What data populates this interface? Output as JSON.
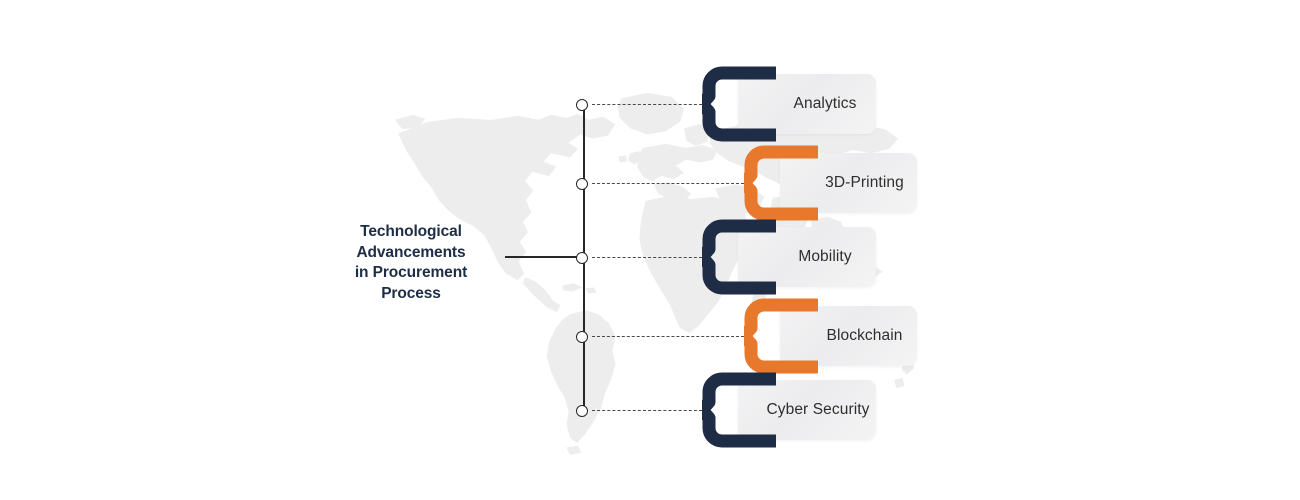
{
  "diagram": {
    "type": "radial-branch-list",
    "center_title_lines": [
      "Technological",
      "Advancements",
      "in Procurement",
      "Process"
    ],
    "center_title_text": "Technological Advancements in Procurement Process",
    "colors": {
      "navy": "#1e2d45",
      "orange": "#e8792c",
      "card": "#f0f0f1",
      "text": "#2e2e2e",
      "line": "#272727",
      "map": "#ededee",
      "background": "#ffffff"
    },
    "branches": [
      {
        "label": "Analytics",
        "accent": "#1e2d45",
        "accent_name": "navy"
      },
      {
        "label": "3D-Printing",
        "accent": "#e8792c",
        "accent_name": "orange"
      },
      {
        "label": "Mobility",
        "accent": "#1e2d45",
        "accent_name": "navy"
      },
      {
        "label": "Blockchain",
        "accent": "#e8792c",
        "accent_name": "orange"
      },
      {
        "label": "Cyber Security",
        "accent": "#1e2d45",
        "accent_name": "navy"
      }
    ]
  }
}
